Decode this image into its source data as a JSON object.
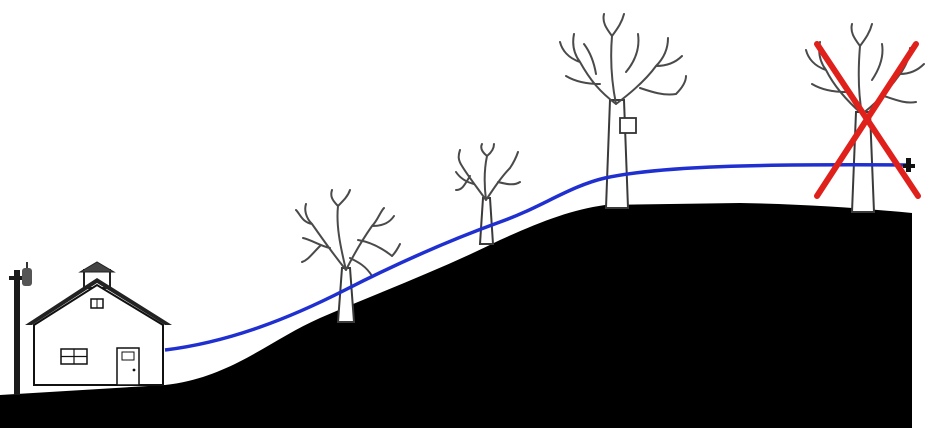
{
  "scene": {
    "ground_color": "#000000",
    "background_color": "#ffffff",
    "service_line_color": "#1f2fd0",
    "removed_mark_color": "#e0201a"
  },
  "elements": {
    "house": "house",
    "utility_pole": "utility-pole",
    "trees": [
      "tree",
      "tree",
      "tree",
      "tree"
    ],
    "removed_tree_marker": "red-x-icon",
    "line_end_cap": "pipe-end-cap"
  }
}
